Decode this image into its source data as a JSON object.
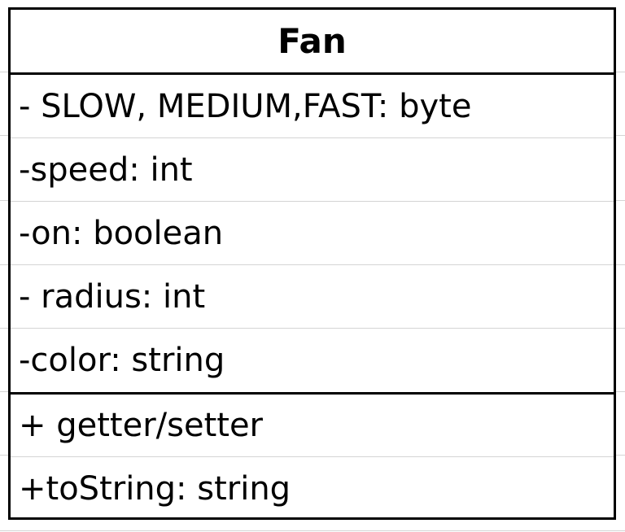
{
  "class": {
    "name": "Fan",
    "attributes": [
      "- SLOW, MEDIUM,FAST: byte",
      "-speed: int",
      "-on: boolean",
      "- radius: int",
      "-color: string"
    ],
    "operations": [
      "+ getter/setter",
      "+toString: string"
    ]
  },
  "colors": {
    "border": "#000000",
    "gridline": "#d4d4d4",
    "background": "#ffffff"
  }
}
